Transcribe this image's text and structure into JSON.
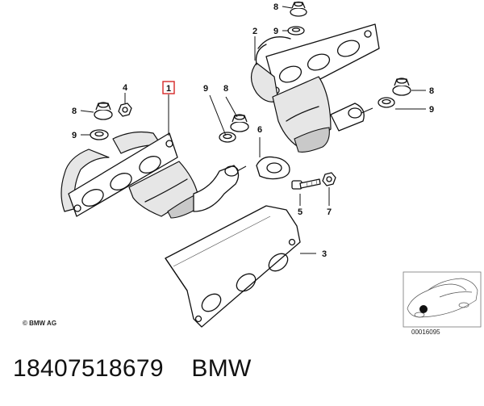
{
  "callouts": {
    "c1": "1",
    "c2": "2",
    "c3": "3",
    "c4": "4",
    "c5": "5",
    "c6": "6",
    "c7": "7",
    "c8a": "8",
    "c8b": "8",
    "c8c": "8",
    "c8d": "8",
    "c9a": "9",
    "c9b": "9",
    "c9c": "9",
    "c9d": "9"
  },
  "copyright": "© BMW AG",
  "inset_code": "00016095",
  "caption": {
    "part_number": "18407518679",
    "brand": "BMW"
  },
  "colors": {
    "highlight_box": "#d62828",
    "line": "#111111"
  }
}
